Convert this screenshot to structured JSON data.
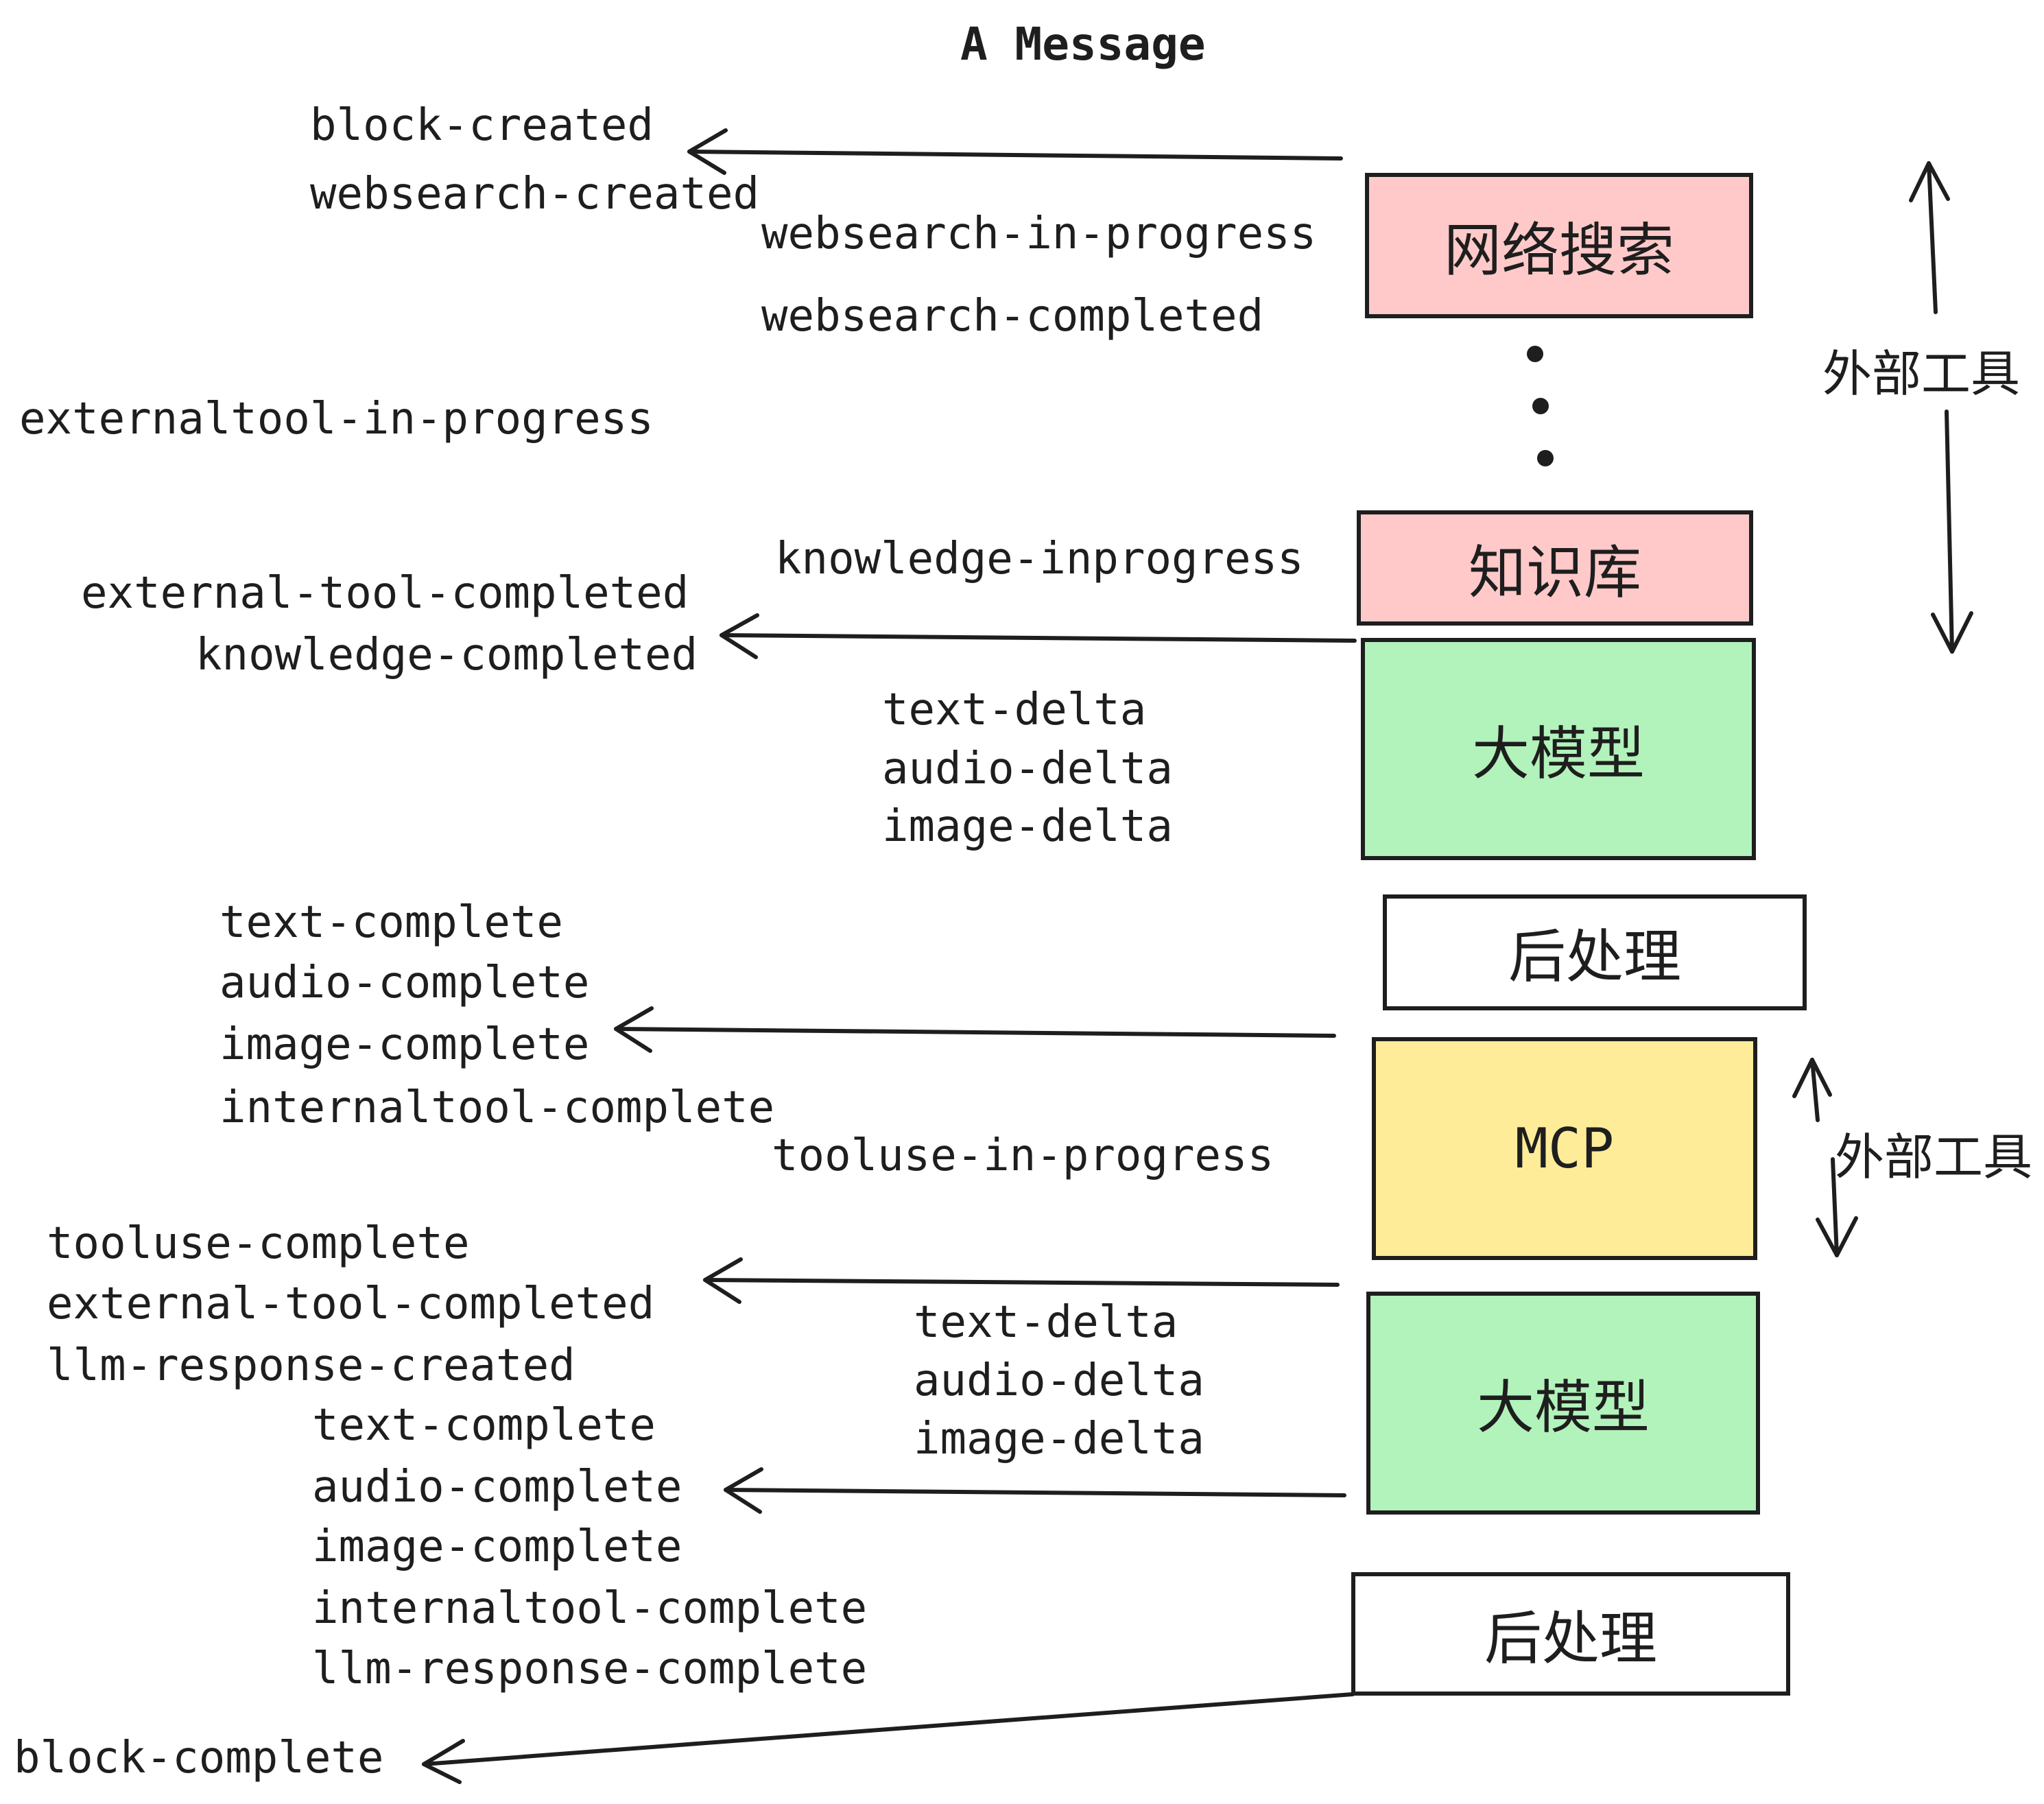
{
  "title": "A Message",
  "colors": {
    "pink": "#ffc9c9",
    "green": "#b2f2bb",
    "yellow": "#ffec99",
    "ink": "#1e1e1e",
    "bg": "#ffffff"
  },
  "boxes": {
    "websearch": {
      "label": "网络搜索"
    },
    "knowledge": {
      "label": "知识库"
    },
    "llm_top": {
      "label": "大模型"
    },
    "postprocess_top": {
      "label": "后处理"
    },
    "mcp": {
      "label": "MCP"
    },
    "llm_bottom": {
      "label": "大模型"
    },
    "postprocess_bottom": {
      "label": "后处理"
    }
  },
  "side_labels": {
    "external_tools_top": "外部工具",
    "external_tools_mcp": "外部工具"
  },
  "events": {
    "block_created": "block-created",
    "websearch_created": "websearch-created",
    "websearch_in_progress": "websearch-in-progress",
    "websearch_completed": "websearch-completed",
    "externaltool_in_progress": "externaltool-in-progress",
    "knowledge_inprogress": "knowledge-inprogress",
    "external_tool_completed_1": "external-tool-completed",
    "knowledge_completed": "knowledge-completed",
    "text_delta_1": "text-delta",
    "audio_delta_1": "audio-delta",
    "image_delta_1": "image-delta",
    "text_complete_1": "text-complete",
    "audio_complete_1": "audio-complete",
    "image_complete_1": "image-complete",
    "internaltool_complete_1": "internaltool-complete",
    "tooluse_in_progress": "tooluse-in-progress",
    "tooluse_complete": "tooluse-complete",
    "external_tool_completed_2": "external-tool-completed",
    "llm_response_created": "llm-response-created",
    "text_delta_2": "text-delta",
    "audio_delta_2": "audio-delta",
    "image_delta_2": "image-delta",
    "text_complete_2": "text-complete",
    "audio_complete_2": "audio-complete",
    "image_complete_2": "image-complete",
    "internaltool_complete_2": "internaltool-complete",
    "llm_response_complete": "llm-response-complete",
    "block_complete": "block-complete"
  }
}
